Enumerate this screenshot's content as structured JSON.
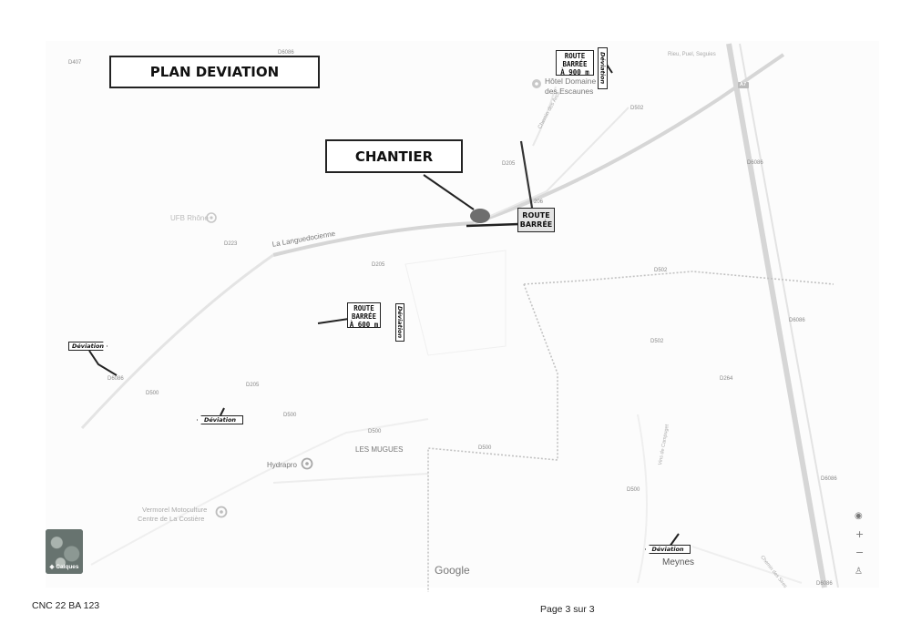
{
  "titles": {
    "plan": "PLAN DEVIATION",
    "chantier": "CHANTIER"
  },
  "signs": {
    "route_barree_900": [
      "ROUTE",
      "BARRÉE",
      "À 900 m"
    ],
    "route_barree_600": [
      "ROUTE",
      "BARRÉE",
      "À 600 m"
    ],
    "route_barree": [
      "ROUTE",
      "BARRÉE"
    ],
    "deviation": "Déviation"
  },
  "road_labels": {
    "d407": "D407",
    "d6086_top": "D6086",
    "d502_top": "D502",
    "d205_top": "D205",
    "d6086_mid": "D6086",
    "d223": "D223",
    "d205_mid": "D205",
    "d502_mid": "D502",
    "d6086_right": "D6086",
    "d502_right": "D502",
    "d264": "D264",
    "d6086_left": "D6086",
    "d500_left": "D500",
    "d205_low": "D205",
    "d500_mid": "D500",
    "d500_center": "D500",
    "d500_low": "D500",
    "d500_bottom": "D500",
    "d6086_bottom": "D6086",
    "d6086_corner": "D6086",
    "a7": "A7",
    "n206": "206"
  },
  "places": {
    "la_languedocienne": "La Languedocienne",
    "hotel": "Hôtel Domaine",
    "hotel_line2": "des Escaunes",
    "chemin_arcs": "Chemin des Arcs",
    "ufb": "UFB Rhône",
    "les_mugues": "LES MUGUES",
    "hydrapro": "Hydrapro",
    "vermorel": "Vermorel Motoculture",
    "vermorel_line2": "Centre de La Costière",
    "meynes": "Meynes",
    "google": "Google",
    "top_right": "Rieu, Puel, Seguies",
    "vin": "Vins de Campuget",
    "chemin_bottom": "Chemin des Sires"
  },
  "controls": {
    "layers_label": "Calques",
    "zoom_in": "+",
    "zoom_out": "−"
  },
  "icons": [
    "locate-icon",
    "pegman-icon",
    "pin-icon",
    "layers-icon"
  ],
  "footer": {
    "doc_ref": "CNC 22 BA 123",
    "page": "Page 3 sur 3"
  },
  "colors": {
    "route": "#c9c9c9",
    "deviation_route": "#bdbdbd",
    "marker": "#6e6e6e"
  }
}
